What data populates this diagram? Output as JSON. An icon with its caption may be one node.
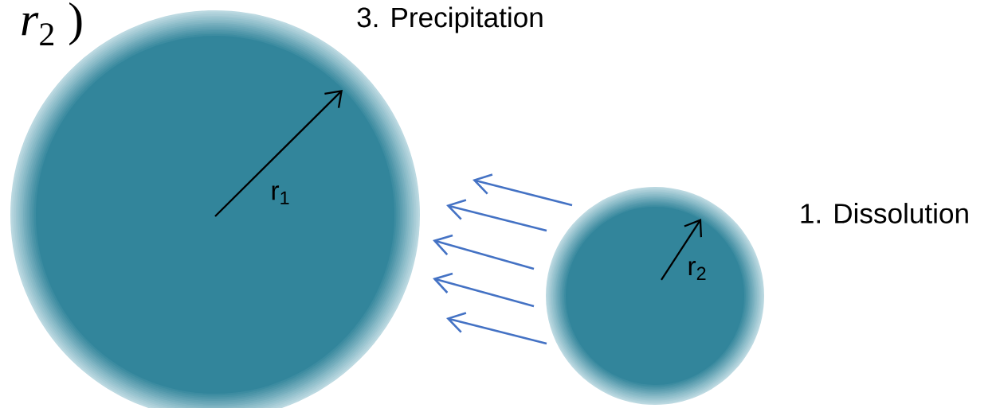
{
  "diagram": {
    "nodes": [
      {
        "text": [],
        "shape": "circle",
        "beside": [
          "3. Precipitation"
        ]
      },
      {
        "text": [],
        "shape": "circle",
        "beside": [
          "1. Dissolution"
        ]
      }
    ],
    "edges": [
      {
        "from": 1,
        "to": 0,
        "arrow": "to"
      },
      {
        "from": 1,
        "to": 0,
        "arrow": "to"
      },
      {
        "from": 1,
        "to": 0,
        "arrow": "to"
      },
      {
        "from": 1,
        "to": 0,
        "arrow": "to"
      },
      {
        "from": 1,
        "to": 0,
        "arrow": "to"
      }
    ],
    "labels": [
      "*r*$_{2}$ )",
      "r$_{1}$",
      "r$_{2}$"
    ]
  }
}
